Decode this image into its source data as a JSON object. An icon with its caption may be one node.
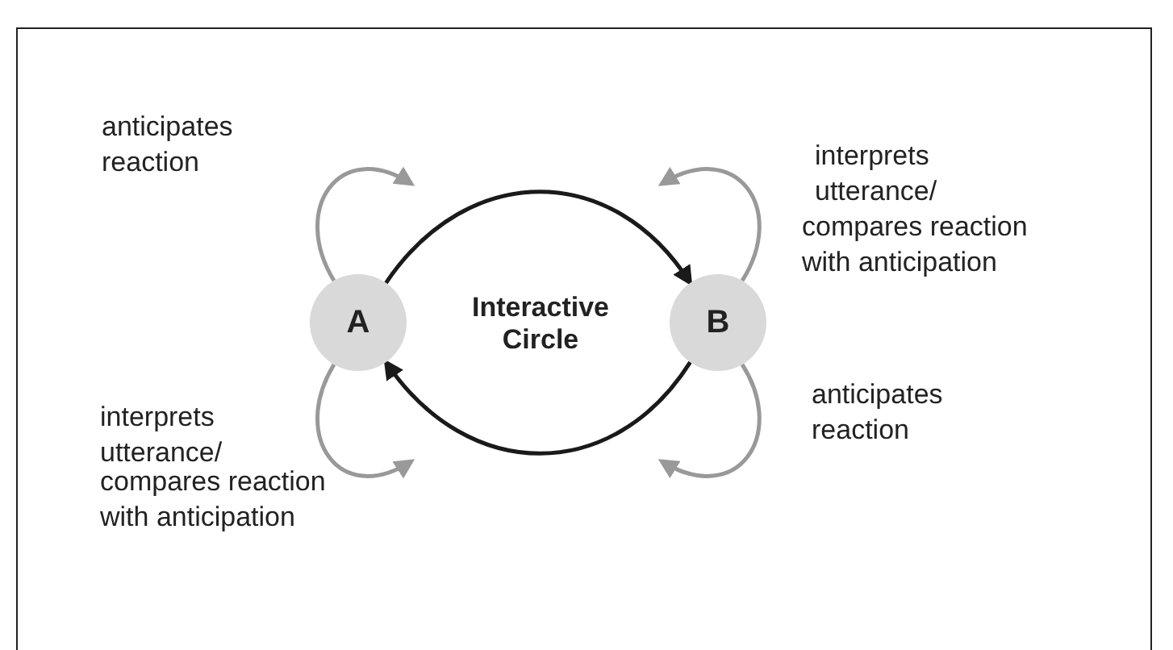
{
  "diagram": {
    "nodes": [
      {
        "text": [
          "A"
        ]
      },
      {
        "text": [
          "B"
        ]
      },
      {
        "text": [
          "Interactive Circle"
        ]
      }
    ],
    "edges": [
      {
        "from": 0,
        "to": 1,
        "arrow": "to",
        "color": "#1a1a1a"
      },
      {
        "from": 1,
        "to": 0,
        "arrow": "to",
        "color": "#1a1a1a"
      },
      {
        "from": 0,
        "to": null,
        "arrow": "to",
        "color": "#999999"
      },
      {
        "from": 1,
        "to": null,
        "arrow": "to",
        "color": "#999999"
      },
      {
        "from": 0,
        "to": null,
        "arrow": "to",
        "color": "#999999"
      },
      {
        "from": 1,
        "to": null,
        "arrow": "to",
        "color": "#999999"
      }
    ],
    "labels": [
      "anticipates reaction",
      "interprets utterance/",
      "compares reaction with anticipation",
      "anticipates reaction",
      "interprets utterance/",
      "compares reaction with anticipation"
    ]
  }
}
